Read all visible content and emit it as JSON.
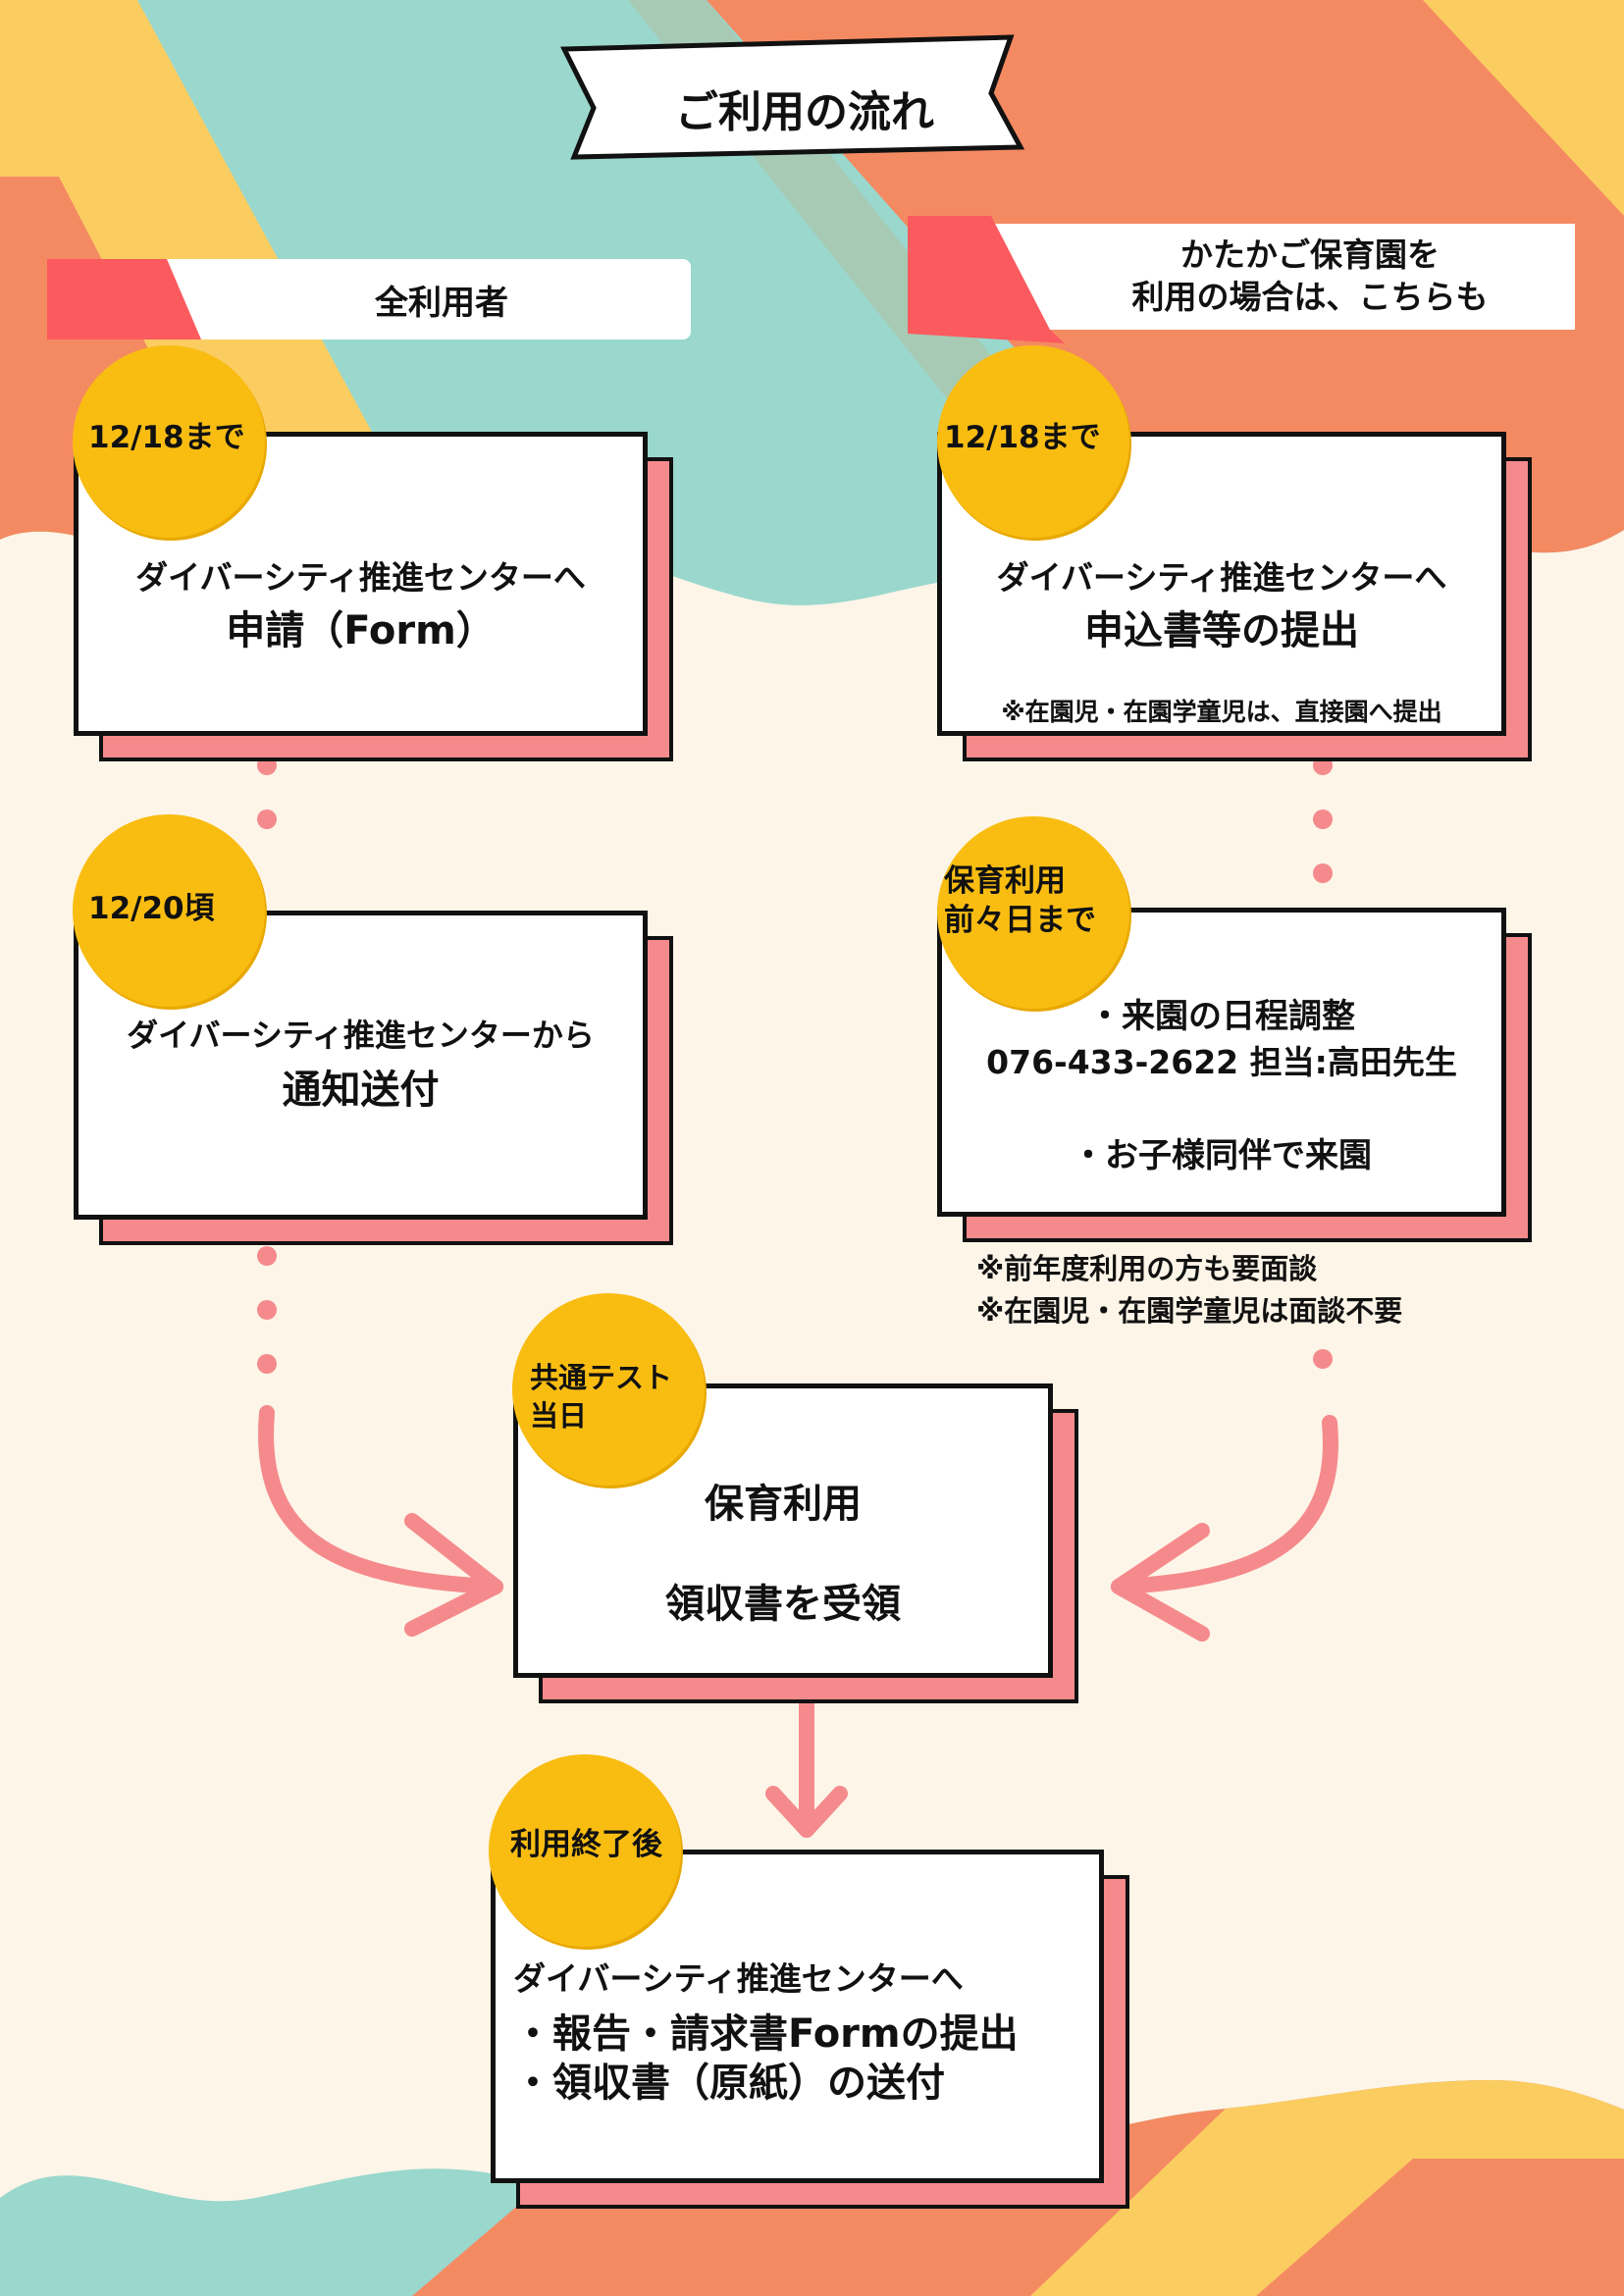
{
  "title": "ご利用の流れ",
  "columns": {
    "left_header": "全利用者",
    "right_header_line1": "かたかご保育園を",
    "right_header_line2": "利用の場合は、こちらも"
  },
  "steps": {
    "left1": {
      "badge": "12/18まで",
      "line1": "ダイバーシティ推進センターへ",
      "line2": "申請（Form）"
    },
    "right1": {
      "badge": "12/18まで",
      "line1": "ダイバーシティ推進センターへ",
      "line2": "申込書等の提出",
      "note": "※在園児・在園学童児は、直接園へ提出"
    },
    "left2": {
      "badge": "12/20頃",
      "line1": "ダイバーシティ推進センターから",
      "line2": "通知送付"
    },
    "right2": {
      "badge_line1": "保育利用",
      "badge_line2": "前々日まで",
      "line1": "・来園の日程調整",
      "line2": "076-433-2622 担当:高田先生",
      "line3": "・お子様同伴で来園",
      "notes": [
        "※前年度利用の方も要面談",
        "※在園児・在園学童児は面談不要"
      ]
    },
    "center": {
      "badge_line1": "共通テスト",
      "badge_line2": "当日",
      "line1": "保育利用",
      "line2": "領収書を受領"
    },
    "final": {
      "badge": "利用終了後",
      "line1": "ダイバーシティ推進センターへ",
      "line2": "・報告・請求書Formの提出",
      "line3": "・領収書（原紙）の送付"
    }
  },
  "colors": {
    "teal": "#9ad7cd",
    "orange": "#f48a62",
    "yellow": "#fbcd61",
    "cream": "#fdf5e8",
    "pink": "#f58a8c",
    "red": "#fb5a5e",
    "badge": "#f9bd12"
  }
}
